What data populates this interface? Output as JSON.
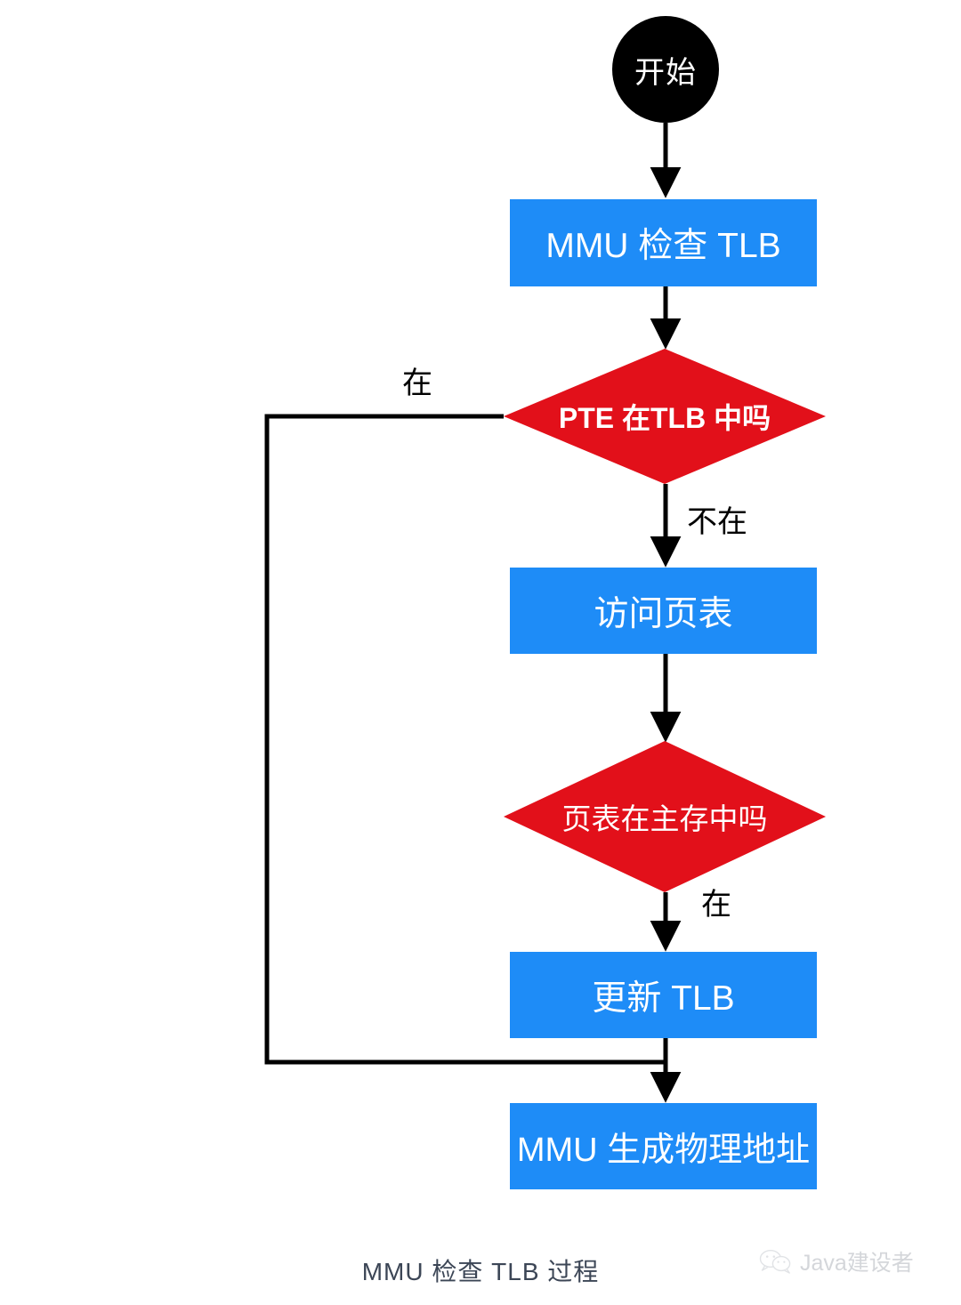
{
  "diagram": {
    "title": "MMU 检查 TLB 过程",
    "type": "flowchart",
    "colors": {
      "start_fill": "#000000",
      "process_fill": "#1e8cf7",
      "decision_fill": "#e2101a",
      "node_text": "#ffffff",
      "edge_stroke": "#000000",
      "caption_text": "#3c4656",
      "watermark_text": "#9aa0a8",
      "background": "#ffffff"
    },
    "nodes": [
      {
        "id": "start",
        "shape": "circle",
        "label": "开始"
      },
      {
        "id": "check",
        "shape": "rectangle",
        "label": "MMU 检查 TLB"
      },
      {
        "id": "pte_tlb",
        "shape": "diamond",
        "label": "PTE 在TLB 中吗"
      },
      {
        "id": "pagetab",
        "shape": "rectangle",
        "label": "访问页表"
      },
      {
        "id": "pt_mem",
        "shape": "diamond",
        "label": "页表在主存中吗"
      },
      {
        "id": "upd_tlb",
        "shape": "rectangle",
        "label": "更新 TLB"
      },
      {
        "id": "gen_addr",
        "shape": "rectangle",
        "label": "MMU 生成物理地址"
      }
    ],
    "edges": [
      {
        "from": "start",
        "to": "check",
        "label": ""
      },
      {
        "from": "check",
        "to": "pte_tlb",
        "label": ""
      },
      {
        "from": "pte_tlb",
        "to": "gen_addr",
        "label": "在"
      },
      {
        "from": "pte_tlb",
        "to": "pagetab",
        "label": "不在"
      },
      {
        "from": "pagetab",
        "to": "pt_mem",
        "label": ""
      },
      {
        "from": "pt_mem",
        "to": "upd_tlb",
        "label": "在"
      },
      {
        "from": "upd_tlb",
        "to": "gen_addr",
        "label": ""
      }
    ],
    "edge_labels": {
      "pte_in_tlb_yes": "在",
      "pte_in_tlb_no": "不在",
      "page_table_in_memory_yes": "在"
    }
  },
  "watermark": {
    "icon": "wechat-icon",
    "text": "Java建设者"
  }
}
